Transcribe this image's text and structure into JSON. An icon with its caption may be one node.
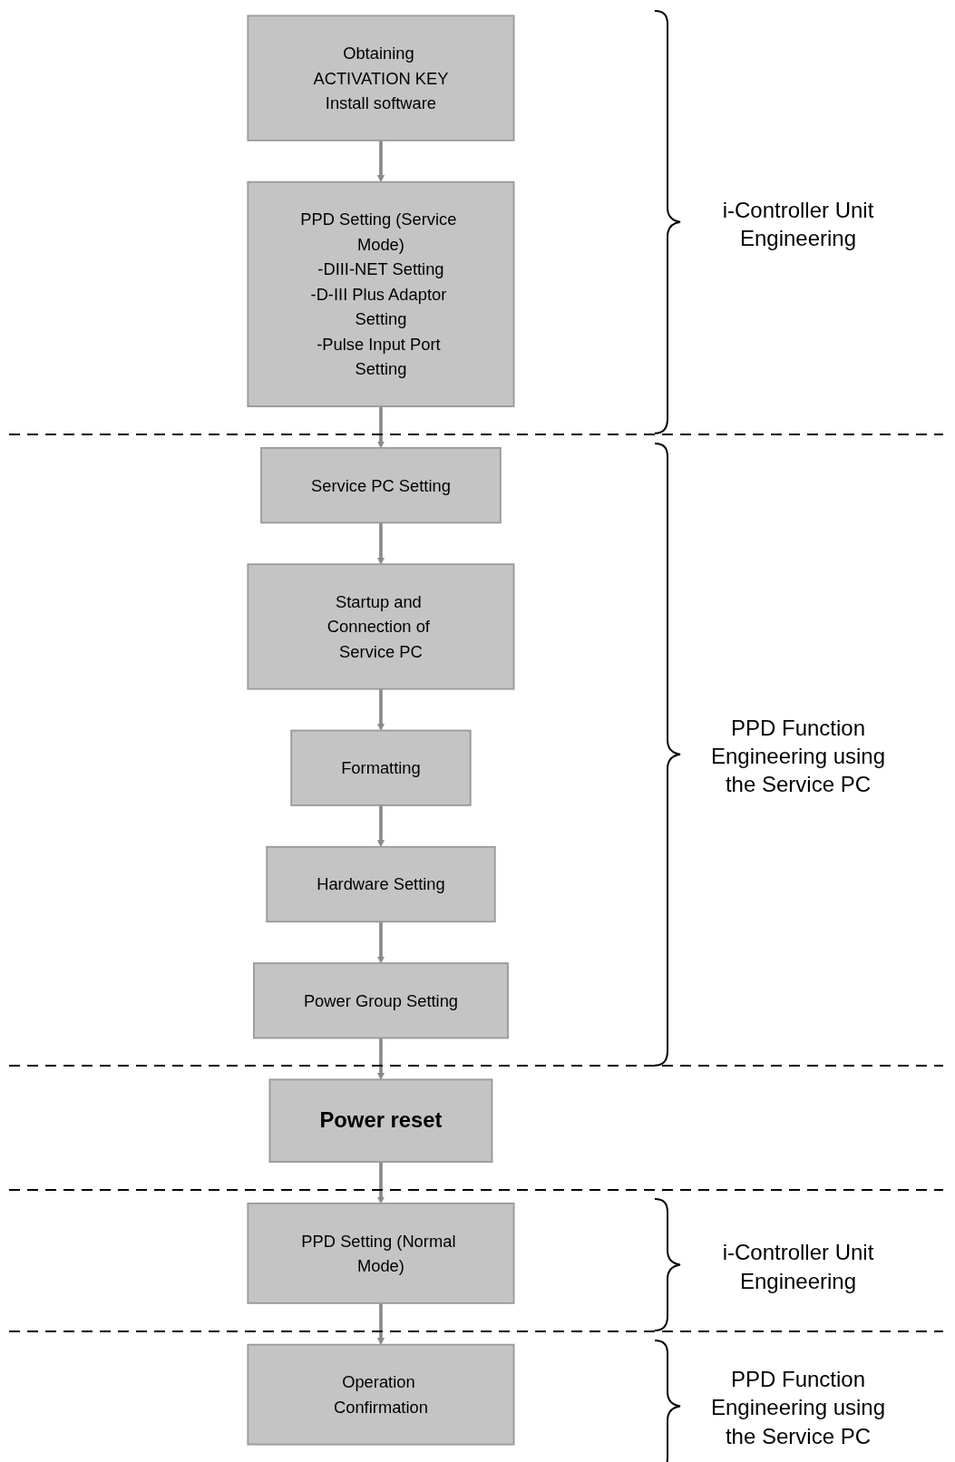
{
  "diagram": {
    "nodes": [
      {
        "text": [
          "Obtaining ACTIVATION KEY",
          "Install software"
        ]
      },
      {
        "text": [
          "PPD Setting (Service Mode)",
          "-DIII-NET Setting",
          "-D-III Plus Adaptor Setting",
          "-Pulse Input Port Setting"
        ]
      },
      {
        "text": [
          "Service PC Setting"
        ]
      },
      {
        "text": [
          "Startup and Connection of Service PC"
        ]
      },
      {
        "text": [
          "Formatting"
        ]
      },
      {
        "text": [
          "Hardware Setting"
        ]
      },
      {
        "text": [
          "Power Group Setting"
        ]
      },
      {
        "text": [
          "Power reset"
        ]
      },
      {
        "text": [
          "PPD Setting (Normal Mode)"
        ]
      },
      {
        "text": [
          "Operation Confirmation"
        ]
      }
    ],
    "edges": [
      {
        "from": 0,
        "to": 1,
        "arrow": "to"
      },
      {
        "from": 1,
        "to": 2,
        "arrow": "to"
      },
      {
        "from": 2,
        "to": 3,
        "arrow": "to"
      },
      {
        "from": 3,
        "to": 4,
        "arrow": "to"
      },
      {
        "from": 4,
        "to": 5,
        "arrow": "to"
      },
      {
        "from": 5,
        "to": 6,
        "arrow": "to"
      },
      {
        "from": 6,
        "to": 7,
        "arrow": "to"
      },
      {
        "from": 7,
        "to": 8,
        "arrow": "to"
      },
      {
        "from": 8,
        "to": 9,
        "arrow": "to"
      }
    ],
    "labels": [
      "i-Controller Unit Engineering",
      "PPD Function Engineering using the Service PC",
      "i-Controller Unit Engineering",
      "PPD Function Engineering using the Service PC"
    ]
  }
}
